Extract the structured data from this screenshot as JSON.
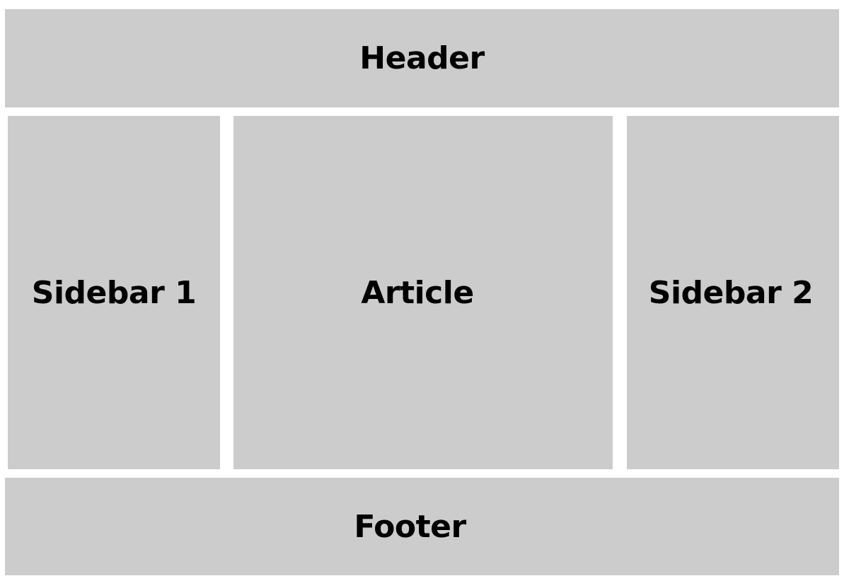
{
  "layout": {
    "header": {
      "label": "Header"
    },
    "sidebar1": {
      "label": "Sidebar 1"
    },
    "article": {
      "label": "Article"
    },
    "sidebar2": {
      "label": "Sidebar 2"
    },
    "footer": {
      "label": "Footer"
    }
  },
  "colors": {
    "box_fill": "#cccccc",
    "background": "#ffffff",
    "text": "#000000"
  }
}
